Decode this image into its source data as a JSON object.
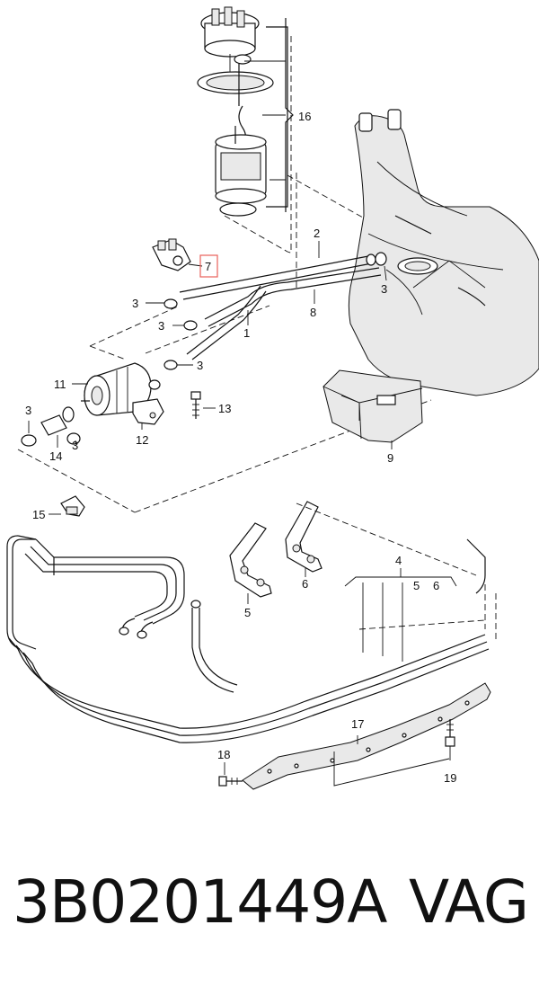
{
  "diagram": {
    "highlight_color": "#e8605a",
    "callouts": {
      "c1": "1",
      "c2": "2",
      "c3a": "3",
      "c3b": "3",
      "c3c": "3",
      "c3d": "3",
      "c3e": "3",
      "c3f": "3",
      "c4": "4",
      "c5a": "5",
      "c5b": "5",
      "c6a": "6",
      "c6b": "6",
      "c7": "7",
      "c8": "8",
      "c9": "9",
      "c11": "11",
      "c12": "12",
      "c13": "13",
      "c14": "14",
      "c15": "15",
      "c16": "16",
      "c17": "17",
      "c18": "18",
      "c19": "19"
    }
  },
  "caption": {
    "part_number": "3B0201449A",
    "brand": "VAG"
  }
}
